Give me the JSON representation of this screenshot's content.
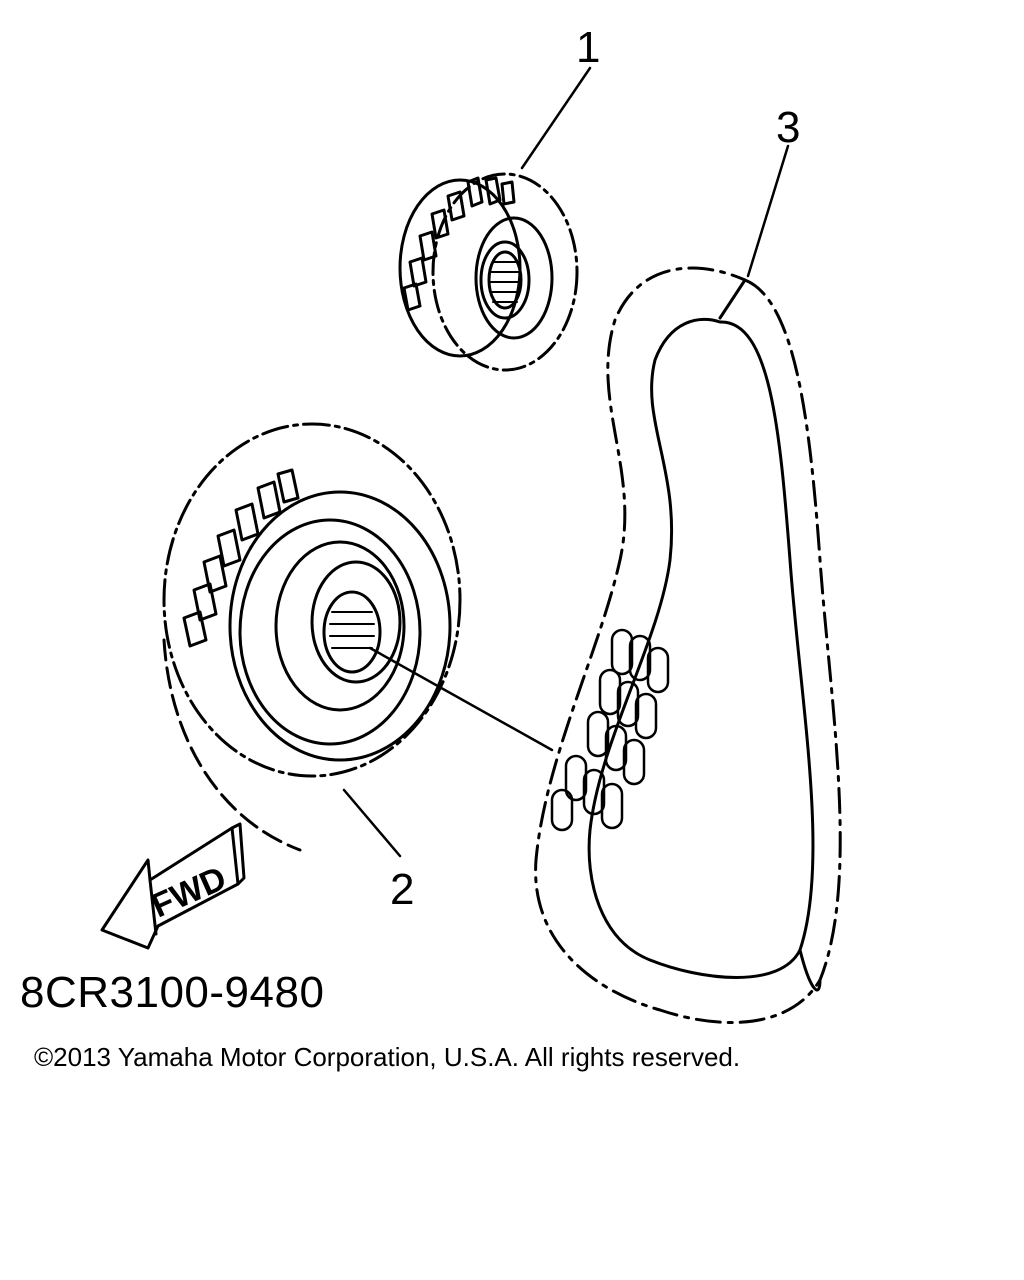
{
  "callouts": {
    "part1": "1",
    "part2": "2",
    "part3": "3"
  },
  "direction_arrow": {
    "label": "FWD",
    "icon": "fwd-arrow-icon"
  },
  "part_number": "8CR3100-9480",
  "copyright": "©2013 Yamaha Motor Corporation, U.S.A. All rights reserved."
}
